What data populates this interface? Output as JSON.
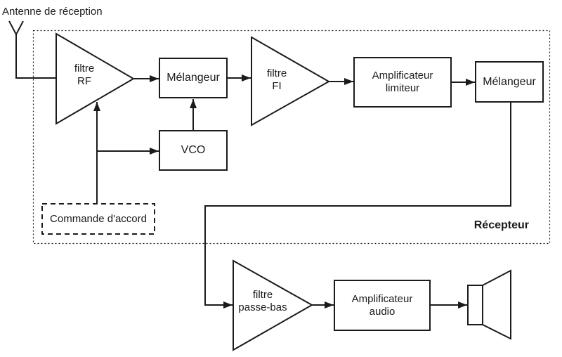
{
  "labels": {
    "antenna": "Antenne de réception",
    "receiver_region": "Récepteur"
  },
  "blocks": {
    "rf_filter": {
      "line1": "filtre",
      "line2": "RF"
    },
    "mixer_1": {
      "label": "Mélangeur"
    },
    "if_filter": {
      "line1": "filtre",
      "line2": "FI"
    },
    "limiter_amplifier": {
      "line1": "Amplificateur",
      "line2": "limiteur"
    },
    "mixer_2": {
      "label": "Mélangeur"
    },
    "vco": {
      "label": "VCO"
    },
    "tuning_control": {
      "label": "Commande d'accord"
    },
    "lowpass_filter": {
      "line1": "filtre",
      "line2": "passe-bas"
    },
    "audio_amplifier": {
      "line1": "Amplificateur",
      "line2": "audio"
    }
  },
  "icons": {
    "antenna": "antenna-icon",
    "speaker": "speaker-icon"
  },
  "colors": {
    "line": "#1b1b1b",
    "text": "#1b1b1b",
    "background": "#ffffff"
  }
}
